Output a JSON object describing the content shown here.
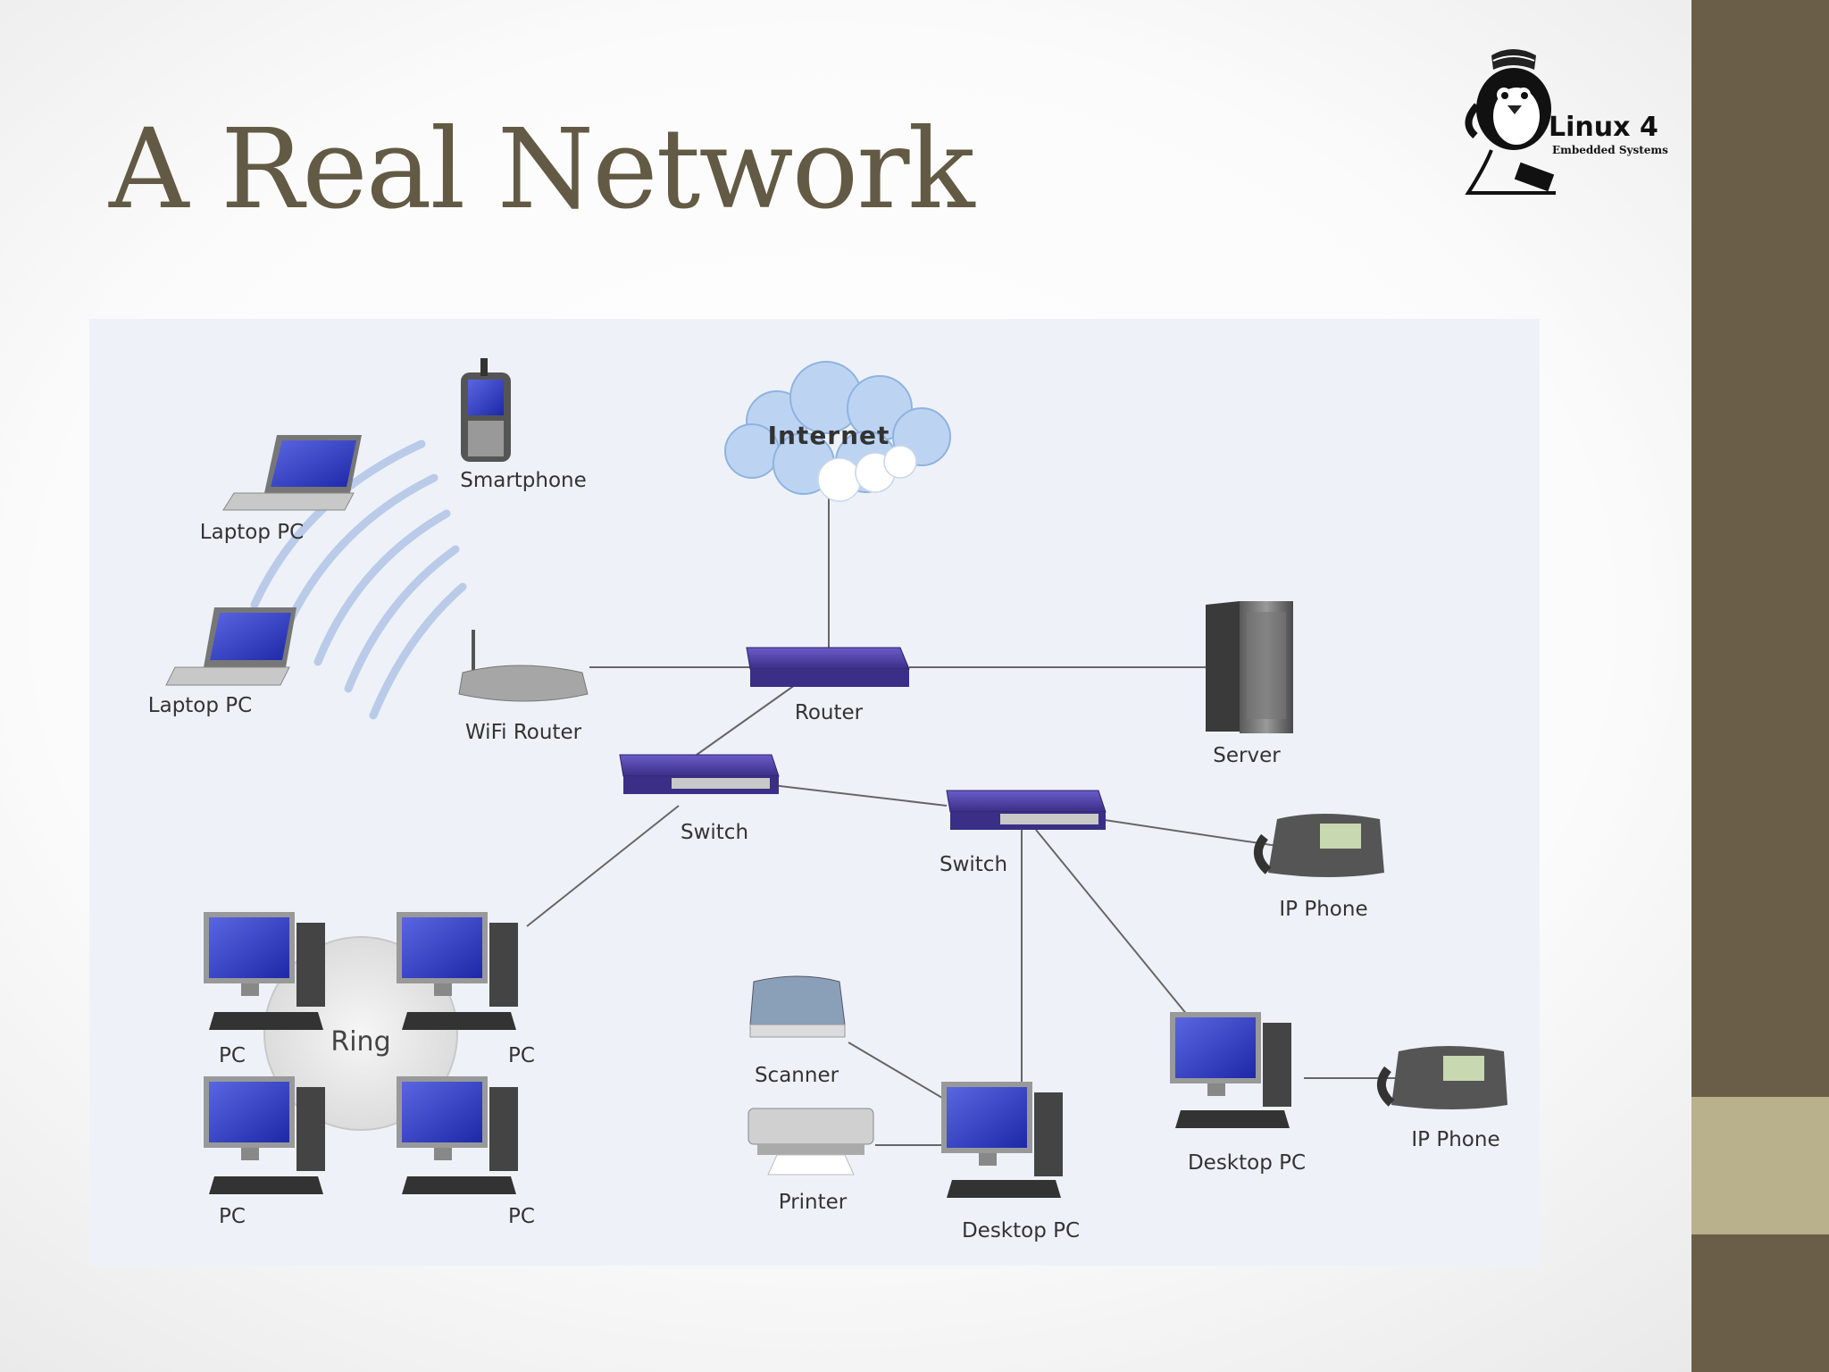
{
  "slide": {
    "title": "A Real Network"
  },
  "logo": {
    "name": "Linux",
    "number": "4",
    "subtitle": "Embedded Systems"
  },
  "colors": {
    "title": "#625a44",
    "sidebar": "#6b5e48",
    "sidebar_accent": "#b9b08c",
    "diagram_bg": "#eef2f8",
    "network_device": "#4b3f9a",
    "screen": "#2f3ec8"
  },
  "diagram": {
    "internet": "Internet",
    "router": "Router",
    "server": "Server",
    "wifi_router": "WiFi Router",
    "smartphone": "Smartphone",
    "laptop_top": "Laptop PC",
    "laptop_bottom": "Laptop PC",
    "switch_left": "Switch",
    "switch_right": "Switch",
    "ip_phone_top": "IP Phone",
    "ip_phone_bottom": "IP Phone",
    "ring": "Ring",
    "pc_top_left": "PC",
    "pc_top_right": "PC",
    "pc_bottom_left": "PC",
    "pc_bottom_right": "PC",
    "scanner": "Scanner",
    "printer": "Printer",
    "desktop_center": "Desktop PC",
    "desktop_right": "Desktop PC"
  }
}
